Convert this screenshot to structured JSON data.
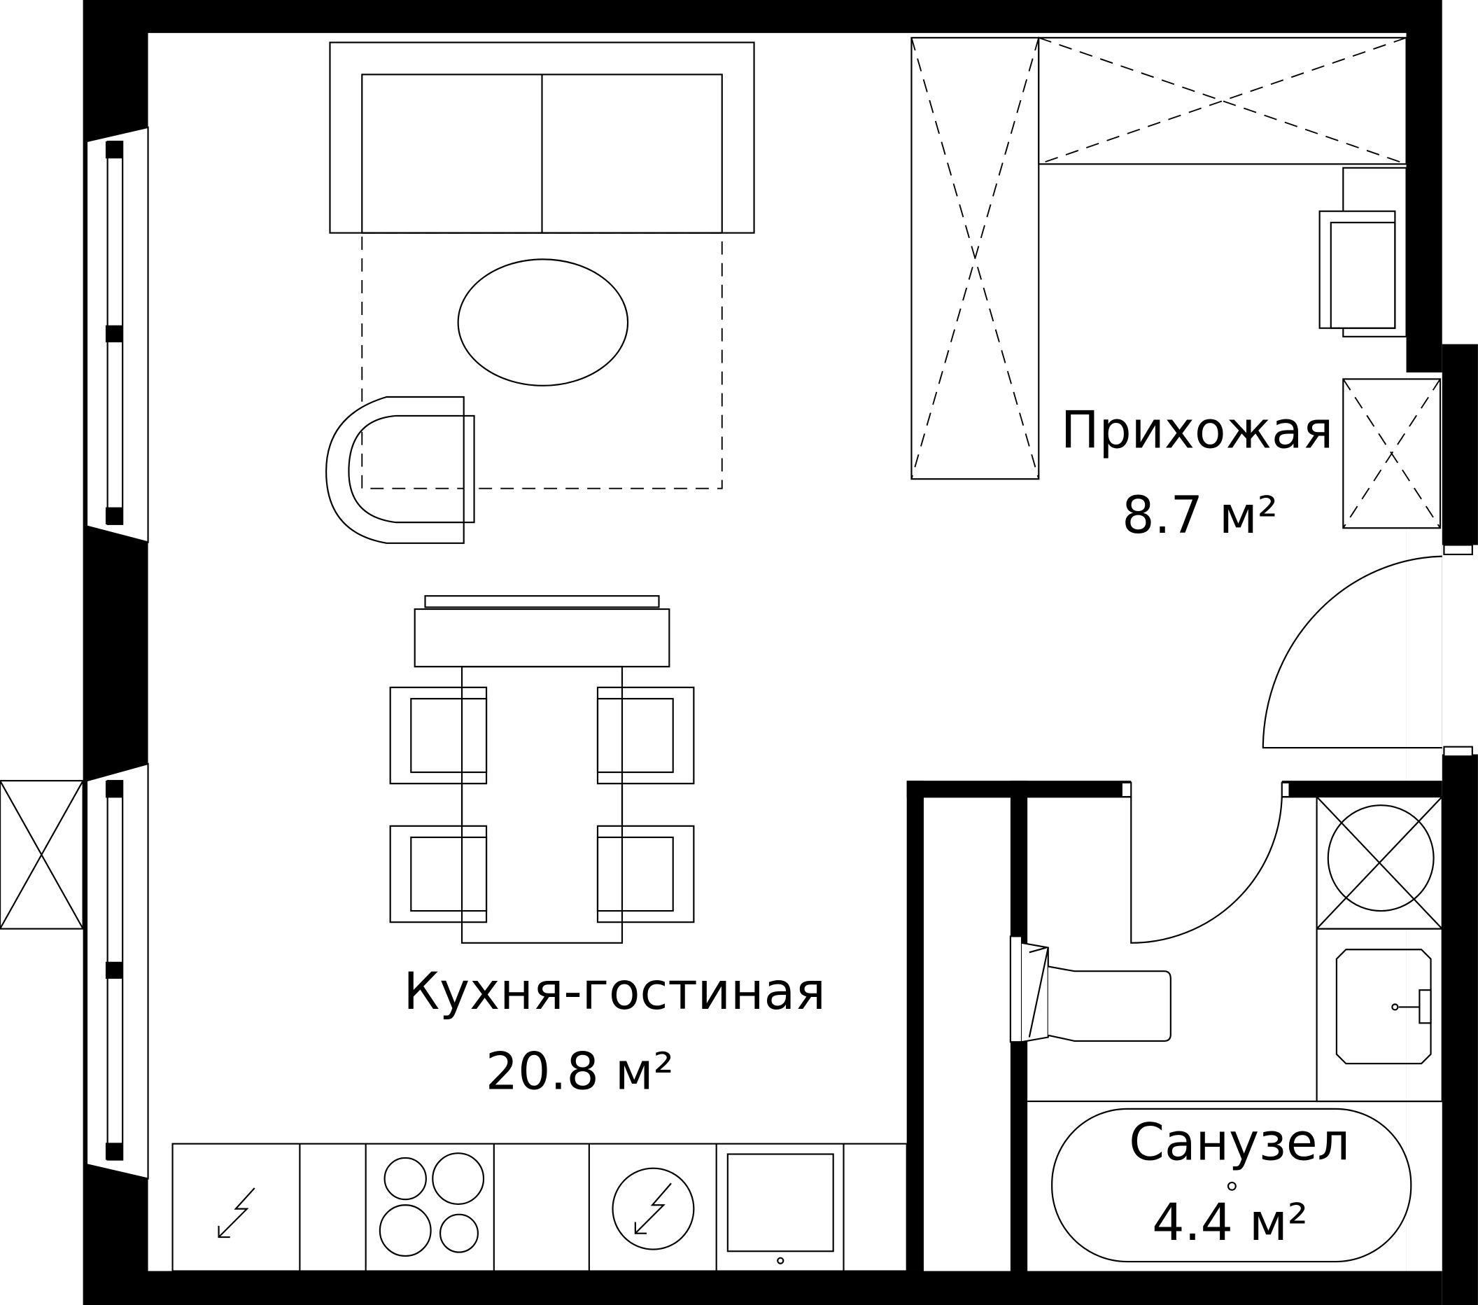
{
  "plan": {
    "wall_color": "#000000",
    "background_color": "#ffffff",
    "rooms": [
      {
        "name": "Кухня-гостиная",
        "area": "20.8 м²"
      },
      {
        "name": "Прихожая",
        "area": "8.7 м²"
      },
      {
        "name": "Санузел",
        "area": "4.4 м²"
      }
    ]
  }
}
